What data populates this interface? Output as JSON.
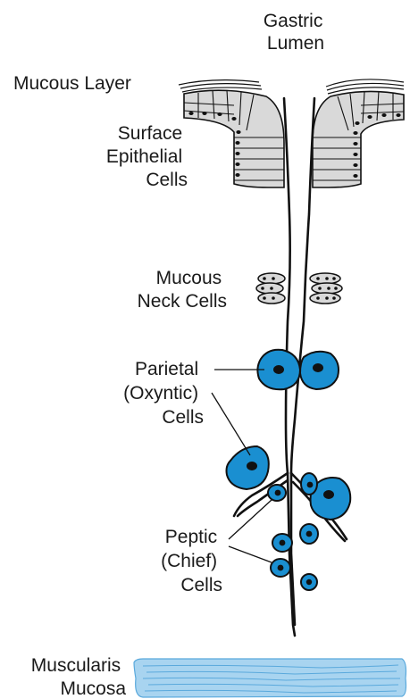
{
  "labels": {
    "gastric_lumen": [
      "Gastric",
      "Lumen"
    ],
    "mucous_layer": [
      "Mucous Layer"
    ],
    "surface_epithelial": [
      "Surface",
      "Epithelial",
      "Cells"
    ],
    "mucous_neck": [
      "Mucous",
      "Neck Cells"
    ],
    "parietal": [
      "Parietal",
      "(Oxyntic)",
      "Cells"
    ],
    "peptic": [
      "Peptic",
      "(Chief)",
      "Cells"
    ],
    "muscularis": [
      "Muscularis",
      "Mucosa"
    ]
  },
  "colors": {
    "parietal_fill": "#1a8fd1",
    "chief_fill": "#1a8fd1",
    "epithelial_fill": "#d9d9d9",
    "muscularis_fill": "#a8d4f0",
    "outline": "#111111"
  }
}
